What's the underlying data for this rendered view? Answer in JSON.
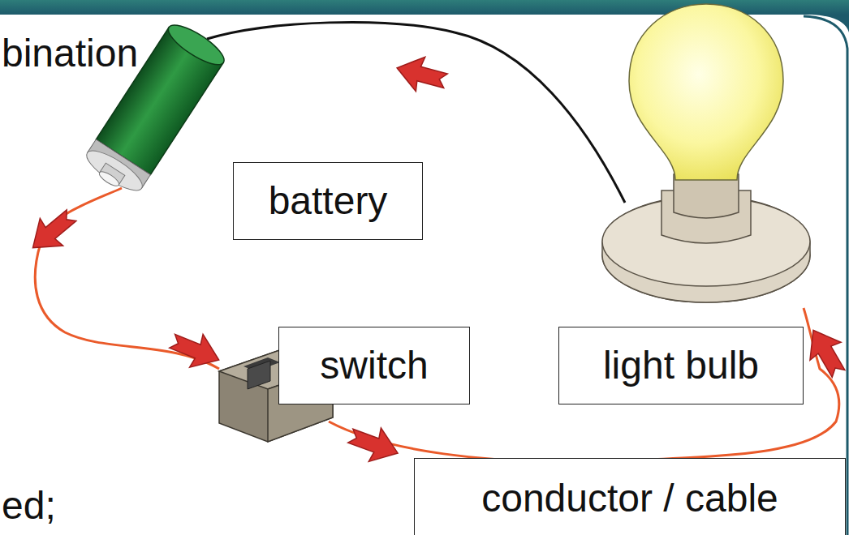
{
  "diagram": {
    "nodes": [
      {
        "text": [
          "battery"
        ]
      },
      {
        "text": [
          "switch"
        ]
      },
      {
        "text": [
          "light bulb"
        ]
      },
      {
        "text": [
          "conductor / cable"
        ]
      }
    ],
    "labels": [
      "bination",
      "ed;"
    ]
  }
}
